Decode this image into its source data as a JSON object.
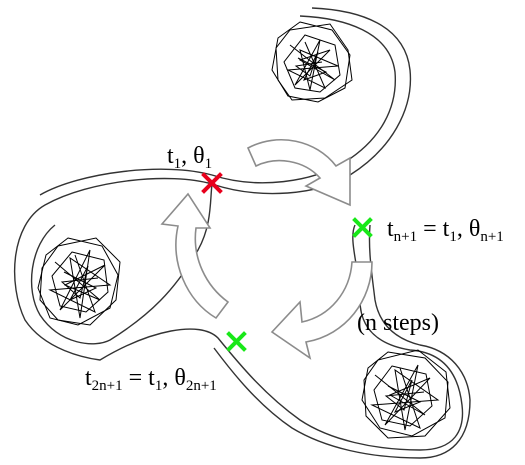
{
  "labels": {
    "t1_theta1": {
      "t": "t",
      "t_sub": "1",
      "sep": ", ",
      "theta": "θ",
      "theta_sub": "1"
    },
    "tn1": {
      "t": "t",
      "t_sub": "n+1",
      "eq": " = t",
      "eq_sub": "1",
      "sep": ", ",
      "theta": "θ",
      "theta_sub": "n+1"
    },
    "t2n1": {
      "t": "t",
      "t_sub": "2n+1",
      "eq": " = t",
      "eq_sub": "1",
      "sep": ", ",
      "theta": "θ",
      "theta_sub": "2n+1"
    },
    "n_steps": "(n steps)"
  },
  "colors": {
    "marker_start": "#e8001c",
    "marker_other": "#18e818",
    "curve": "#333333",
    "arrow_outline": "#8c8c8c"
  }
}
